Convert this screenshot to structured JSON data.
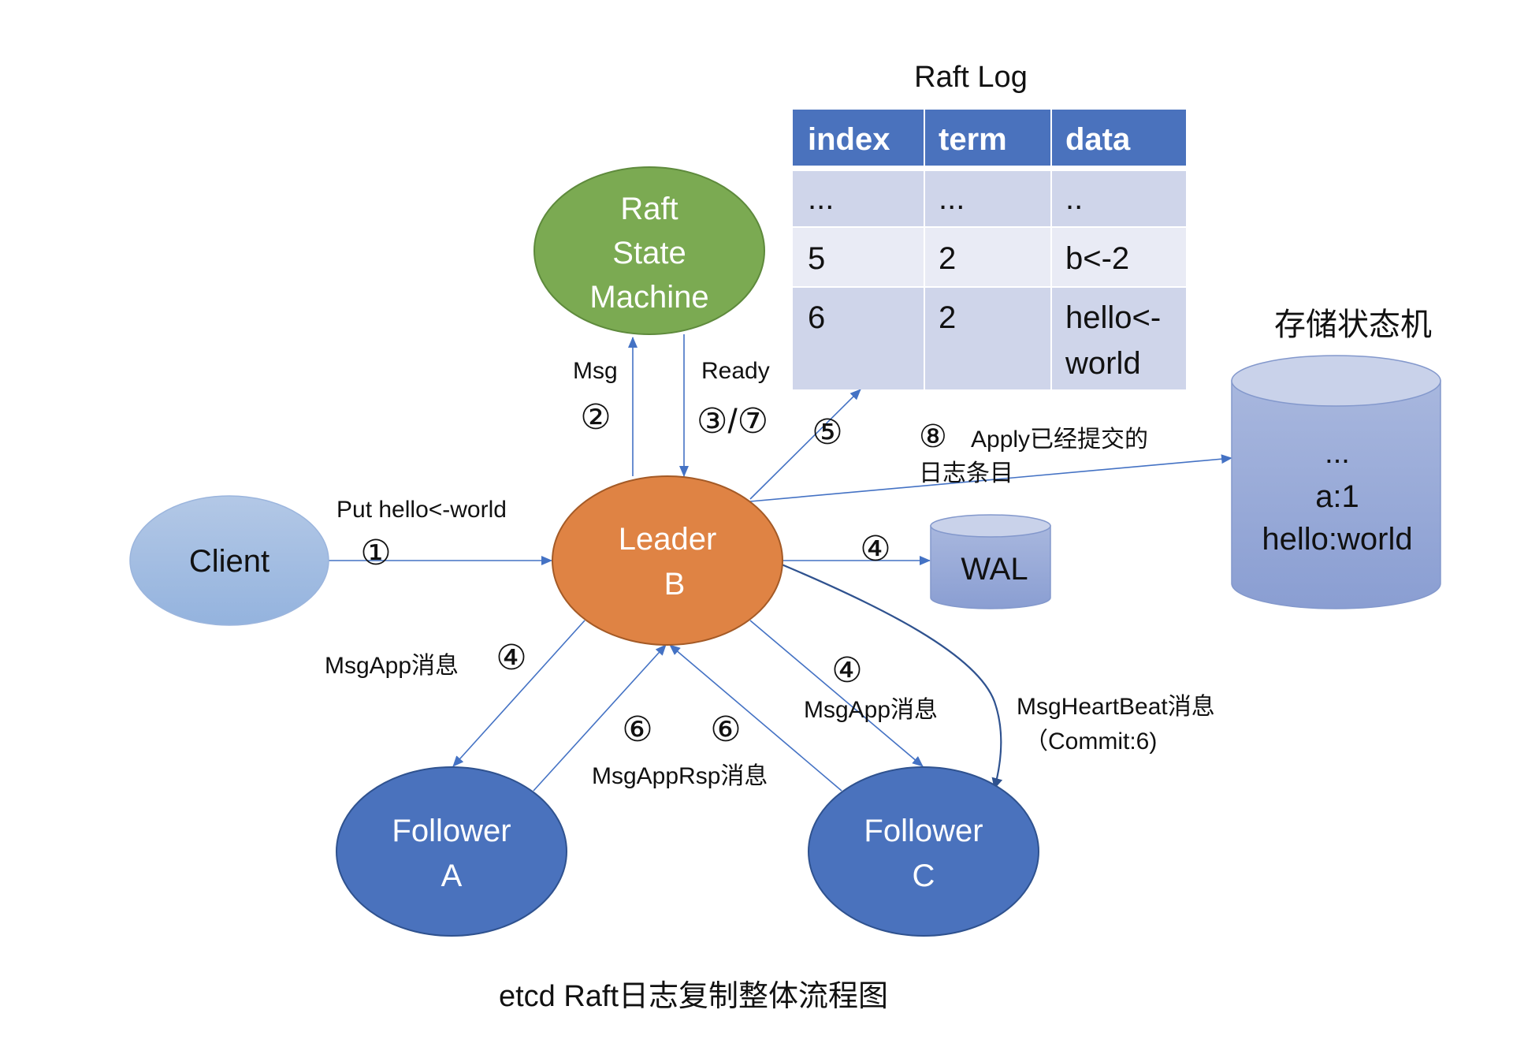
{
  "caption": "etcd Raft日志复制整体流程图",
  "colors": {
    "client_fill": "#A3BEE2",
    "state_machine_fill": "#7BAA52",
    "leader_fill": "#DF8344",
    "follower_fill": "#4A72BD",
    "storage_fill": "#9AACD9",
    "table_header": "#4A72BD",
    "table_row_dark": "#CFD5EA",
    "table_row_light": "#E9EBF5",
    "edge": "#4472C4"
  },
  "nodes": {
    "client": {
      "label": "Client"
    },
    "state_machine": {
      "lines": [
        "Raft",
        "State",
        "Machine"
      ]
    },
    "leader": {
      "lines": [
        "Leader",
        "B"
      ]
    },
    "follower_a": {
      "lines": [
        "Follower",
        "A"
      ]
    },
    "follower_c": {
      "lines": [
        "Follower",
        "C"
      ]
    },
    "wal": {
      "label": "WAL"
    },
    "storage": {
      "title": "存储状态机",
      "lines": [
        "...",
        "a:1",
        "hello:world"
      ]
    }
  },
  "raft_log": {
    "title": "Raft Log",
    "columns": [
      "index",
      "term",
      "data"
    ],
    "rows": [
      {
        "index": "...",
        "term": "...",
        "data": ".."
      },
      {
        "index": "5",
        "term": "2",
        "data": "b<-2"
      },
      {
        "index": "6",
        "term": "2",
        "data_lines": [
          "hello<-",
          "world"
        ]
      }
    ]
  },
  "edges": {
    "put": {
      "step": "①",
      "label": "Put hello<-world"
    },
    "msg": {
      "step": "②",
      "label": "Msg"
    },
    "ready": {
      "step": "③/⑦",
      "label": "Ready"
    },
    "append_log": {
      "step": "⑤"
    },
    "wal": {
      "step": "④"
    },
    "apply": {
      "step": "⑧",
      "label_lines": [
        "Apply已经提交的",
        "日志条目"
      ]
    },
    "msgapp_a": {
      "step": "④",
      "label": "MsgApp消息"
    },
    "msgapp_c": {
      "step": "④",
      "label": "MsgApp消息"
    },
    "msgapprsp": {
      "steps": [
        "⑥",
        "⑥"
      ],
      "label": "MsgAppRsp消息"
    },
    "heartbeat": {
      "label_lines": [
        "MsgHeartBeat消息",
        "（Commit:6)"
      ]
    }
  }
}
